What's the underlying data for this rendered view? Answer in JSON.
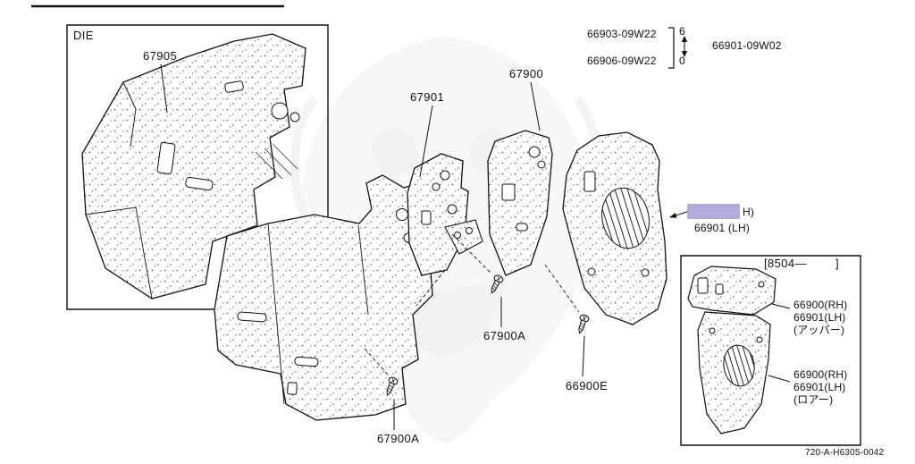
{
  "diagram": {
    "doc_number": "720-A-H6305-0042",
    "die_box": {
      "title": "DIE",
      "part_number": "67905"
    },
    "callouts": {
      "p67901": "67901",
      "p67900": "67900",
      "p67900a_mid": "67900A",
      "p67900a_bottom": "67900A",
      "p66900e": "66900E"
    },
    "interchange": {
      "row1": "66903-09W22",
      "row2": "66906-09W22",
      "qty_top": "6",
      "qty_bottom": "0",
      "arrow_icon": "up-down-arrow",
      "alt_part": "66901-09W02"
    },
    "highlighted": {
      "visible_text": "H)",
      "line2": "66901 (LH)",
      "highlight_color": "#b1a6d8"
    },
    "inset": {
      "header": "[8504—        ]",
      "upper_labels": [
        "66900(RH)",
        "66901(LH)",
        "(アッパー)"
      ],
      "lower_labels": [
        "66900(RH)",
        "66901(LH)",
        "(ロアー)"
      ]
    }
  }
}
